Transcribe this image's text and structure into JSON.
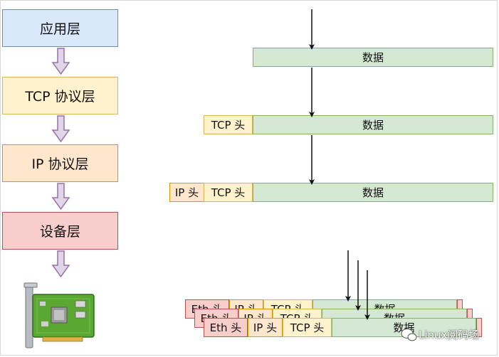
{
  "layers": [
    {
      "label": "应用层",
      "color": "#dae8fc"
    },
    {
      "label": "TCP 协议层",
      "color": "#fff2cc"
    },
    {
      "label": "IP 协议层",
      "color": "#ffe6cc"
    },
    {
      "label": "设备层",
      "color": "#f8cecc"
    }
  ],
  "packets": {
    "data_label": "数据",
    "tcp_header": "TCP 头",
    "ip_header": "IP 头",
    "eth_header": "Eth 头"
  },
  "watermark": "Linux阅码场",
  "colors": {
    "arrow_fill": "#e1d5e7",
    "arrow_stroke": "#9673a6"
  }
}
